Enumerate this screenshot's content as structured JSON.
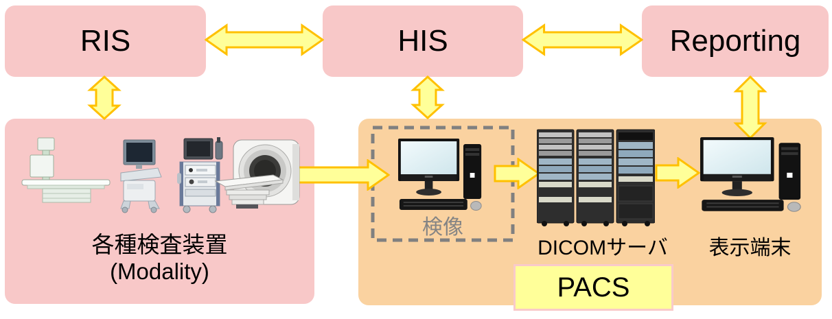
{
  "nodes": {
    "ris": "RIS",
    "his": "HIS",
    "reporting": "Reporting",
    "modality": {
      "line1": "各種検査装置",
      "line2": "(Modality)"
    },
    "kensho": "検像",
    "dicom_server": "DICOMサーバ",
    "display_terminal": "表示端末",
    "pacs": "PACS"
  },
  "icons": {
    "modality_devices": [
      "xray-table-icon",
      "ultrasound-cart-icon",
      "endoscopy-cart-icon",
      "ct-scanner-icon"
    ],
    "kensho": "workstation-computer-icon",
    "dicom_server": "server-rack-icon",
    "display_terminal": "workstation-computer-icon"
  },
  "connections": [
    {
      "from": "ris",
      "to": "his",
      "type": "bidirectional"
    },
    {
      "from": "his",
      "to": "reporting",
      "type": "bidirectional"
    },
    {
      "from": "ris",
      "to": "modality",
      "type": "bidirectional"
    },
    {
      "from": "his",
      "to": "pacs",
      "type": "bidirectional"
    },
    {
      "from": "reporting",
      "to": "display_terminal",
      "type": "bidirectional"
    },
    {
      "from": "modality",
      "to": "kensho",
      "type": "forward"
    },
    {
      "from": "kensho",
      "to": "dicom_server",
      "type": "forward"
    },
    {
      "from": "dicom_server",
      "to": "display_terminal",
      "type": "forward"
    }
  ],
  "colors": {
    "node_pink": "#F8C8C8",
    "pacs_orange": "#FAD2A0",
    "arrow_fill": "#FFFF99",
    "arrow_stroke": "#FFC000",
    "dashed_border": "#808080",
    "kensho_text": "#848484",
    "pacs_label_fill": "#FFFF99",
    "pacs_label_border": "#F9CACA",
    "text": "#000000"
  }
}
